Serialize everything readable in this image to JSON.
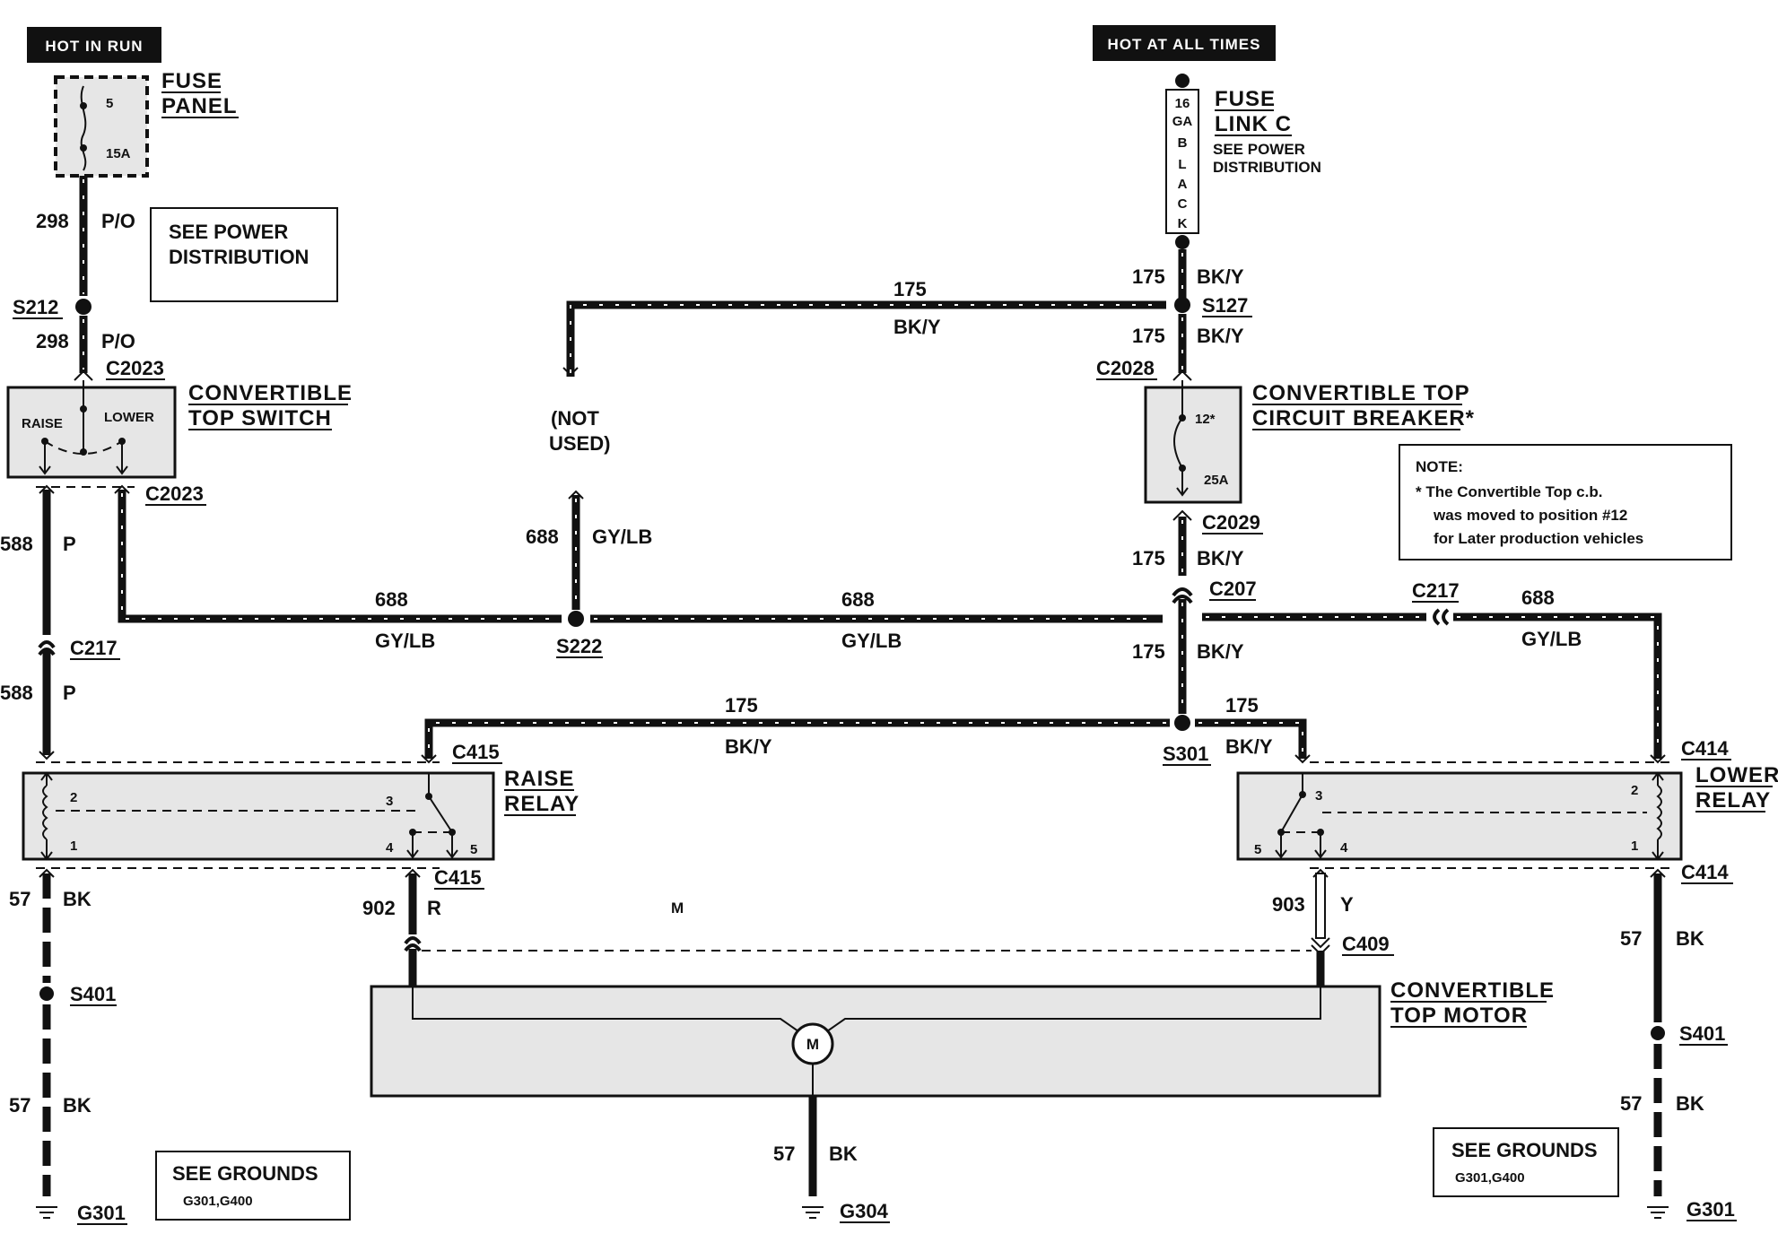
{
  "headers": {
    "hot_in_run": "HOT IN RUN",
    "hot_at_all_times": "HOT AT ALL TIMES"
  },
  "fuse_panel": {
    "title1": "FUSE",
    "title2": "PANEL",
    "fuse_no": "5",
    "rating": "15A"
  },
  "fuse_link": {
    "title1": "FUSE",
    "title2": "LINK C",
    "see1": "SEE POWER",
    "see2": "DISTRIBUTION",
    "gauge_chars": [
      "16",
      "GA",
      "B",
      "L",
      "A",
      "C",
      "K"
    ]
  },
  "see_power": {
    "line1": "SEE POWER",
    "line2": "DISTRIBUTION"
  },
  "note": {
    "title": "NOTE:",
    "line1": "* The Convertible Top c.b.",
    "line2": "was moved to position #12",
    "line3": "for Later production vehicles"
  },
  "switch": {
    "title1": "CONVERTIBLE",
    "title2": "TOP SWITCH",
    "raise": "RAISE",
    "lower": "LOWER"
  },
  "breaker": {
    "title1": "CONVERTIBLE TOP",
    "title2": "CIRCUIT BREAKER*",
    "position": "12*",
    "rating": "25A"
  },
  "raise_relay": {
    "title1": "RAISE",
    "title2": "RELAY",
    "pins": [
      "2",
      "1",
      "3",
      "4",
      "5"
    ]
  },
  "lower_relay": {
    "title1": "LOWER",
    "title2": "RELAY",
    "pins": [
      "3",
      "5",
      "4",
      "2",
      "1"
    ]
  },
  "motor": {
    "title1": "CONVERTIBLE",
    "title2": "TOP MOTOR",
    "symbol": "M",
    "stray_label": "M"
  },
  "not_used": {
    "line1": "(NOT",
    "line2": "USED)"
  },
  "see_grounds": {
    "title": "SEE GROUNDS",
    "list": "G301,G400"
  },
  "connectors": {
    "s212": "S212",
    "c2023": "C2023",
    "s127": "S127",
    "c2028": "C2028",
    "c2029": "C2029",
    "c207": "C207",
    "c217": "C217",
    "s222": "S222",
    "s301": "S301",
    "c415": "C415",
    "c414": "C414",
    "c409": "C409",
    "s401": "S401",
    "g301": "G301",
    "g304": "G304"
  },
  "wires": {
    "w298": "298",
    "po": "P/O",
    "w175": "175",
    "bky": "BK/Y",
    "w688": "688",
    "gylb": "GY/LB",
    "w588": "588",
    "p": "P",
    "w57": "57",
    "bk": "BK",
    "w902": "902",
    "r": "R",
    "w903": "903",
    "y": "Y"
  }
}
